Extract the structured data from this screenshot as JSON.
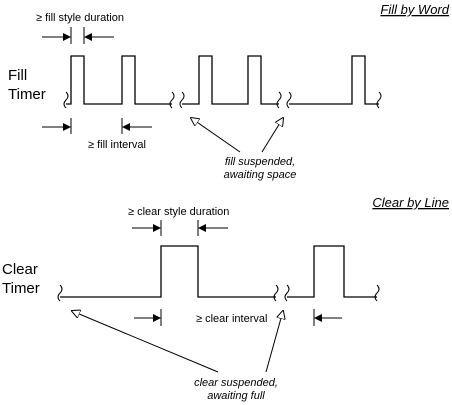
{
  "fill_section": {
    "heading": "Fill by Word",
    "timer_label_line1": "Fill",
    "timer_label_line2": "Timer",
    "duration_label": "≥ fill style duration",
    "interval_label": "≥ fill interval",
    "note_line1": "fill suspended,",
    "note_line2": "awaiting space"
  },
  "clear_section": {
    "heading": "Clear by Line",
    "timer_label_line1": "Clear",
    "timer_label_line2": "Timer",
    "duration_label": "≥ clear style duration",
    "interval_label": "≥ clear interval",
    "note_line1": "clear suspended,",
    "note_line2": "awaiting full"
  }
}
